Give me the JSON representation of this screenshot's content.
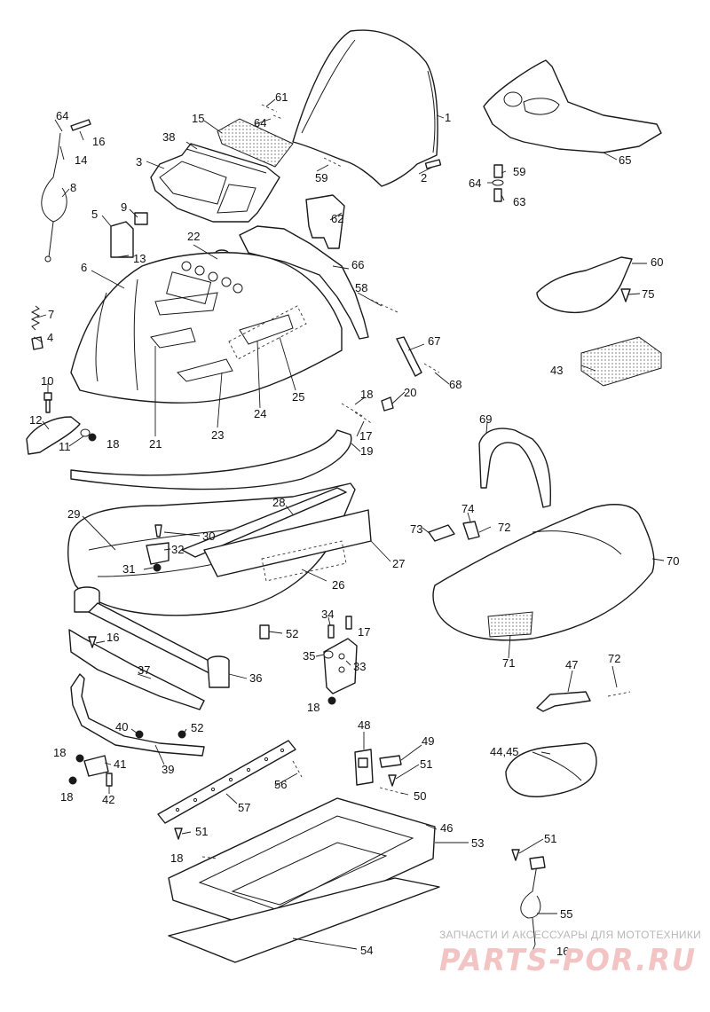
{
  "callouts": [
    {
      "id": "c1",
      "text": "1"
    },
    {
      "id": "c2",
      "text": "2"
    },
    {
      "id": "c3",
      "text": "3"
    },
    {
      "id": "c4",
      "text": "4"
    },
    {
      "id": "c5",
      "text": "5"
    },
    {
      "id": "c6",
      "text": "6"
    },
    {
      "id": "c7",
      "text": "7"
    },
    {
      "id": "c8",
      "text": "8"
    },
    {
      "id": "c9",
      "text": "9"
    },
    {
      "id": "c10",
      "text": "10"
    },
    {
      "id": "c11",
      "text": "11"
    },
    {
      "id": "c12",
      "text": "12"
    },
    {
      "id": "c13",
      "text": "13"
    },
    {
      "id": "c14",
      "text": "14"
    },
    {
      "id": "c15",
      "text": "15"
    },
    {
      "id": "c16a",
      "text": "16"
    },
    {
      "id": "c16b",
      "text": "16"
    },
    {
      "id": "c16c",
      "text": "16"
    },
    {
      "id": "c17a",
      "text": "17"
    },
    {
      "id": "c17b",
      "text": "17"
    },
    {
      "id": "c18a",
      "text": "18"
    },
    {
      "id": "c18b",
      "text": "18"
    },
    {
      "id": "c18c",
      "text": "18"
    },
    {
      "id": "c18d",
      "text": "18"
    },
    {
      "id": "c18e",
      "text": "18"
    },
    {
      "id": "c18f",
      "text": "18"
    },
    {
      "id": "c19",
      "text": "19"
    },
    {
      "id": "c20",
      "text": "20"
    },
    {
      "id": "c21",
      "text": "21"
    },
    {
      "id": "c22",
      "text": "22"
    },
    {
      "id": "c23",
      "text": "23"
    },
    {
      "id": "c24",
      "text": "24"
    },
    {
      "id": "c25",
      "text": "25"
    },
    {
      "id": "c26",
      "text": "26"
    },
    {
      "id": "c27",
      "text": "27"
    },
    {
      "id": "c28",
      "text": "28"
    },
    {
      "id": "c29",
      "text": "29"
    },
    {
      "id": "c30",
      "text": "30"
    },
    {
      "id": "c31",
      "text": "31"
    },
    {
      "id": "c32",
      "text": "32"
    },
    {
      "id": "c33",
      "text": "33"
    },
    {
      "id": "c34",
      "text": "34"
    },
    {
      "id": "c35",
      "text": "35"
    },
    {
      "id": "c36",
      "text": "36"
    },
    {
      "id": "c37",
      "text": "37"
    },
    {
      "id": "c38",
      "text": "38"
    },
    {
      "id": "c39",
      "text": "39"
    },
    {
      "id": "c40",
      "text": "40"
    },
    {
      "id": "c41",
      "text": "41"
    },
    {
      "id": "c42",
      "text": "42"
    },
    {
      "id": "c43",
      "text": "43"
    },
    {
      "id": "c4445",
      "text": "44,45"
    },
    {
      "id": "c46",
      "text": "46"
    },
    {
      "id": "c47",
      "text": "47"
    },
    {
      "id": "c48",
      "text": "48"
    },
    {
      "id": "c49",
      "text": "49"
    },
    {
      "id": "c50",
      "text": "50"
    },
    {
      "id": "c51a",
      "text": "51"
    },
    {
      "id": "c51b",
      "text": "51"
    },
    {
      "id": "c51c",
      "text": "51"
    },
    {
      "id": "c52a",
      "text": "52"
    },
    {
      "id": "c52b",
      "text": "52"
    },
    {
      "id": "c53",
      "text": "53"
    },
    {
      "id": "c54",
      "text": "54"
    },
    {
      "id": "c55",
      "text": "55"
    },
    {
      "id": "c56",
      "text": "56"
    },
    {
      "id": "c57",
      "text": "57"
    },
    {
      "id": "c58",
      "text": "58"
    },
    {
      "id": "c59a",
      "text": "59"
    },
    {
      "id": "c59b",
      "text": "59"
    },
    {
      "id": "c60",
      "text": "60"
    },
    {
      "id": "c61",
      "text": "61"
    },
    {
      "id": "c62",
      "text": "62"
    },
    {
      "id": "c63",
      "text": "63"
    },
    {
      "id": "c64a",
      "text": "64"
    },
    {
      "id": "c64b",
      "text": "64"
    },
    {
      "id": "c64c",
      "text": "64"
    },
    {
      "id": "c65",
      "text": "65"
    },
    {
      "id": "c66",
      "text": "66"
    },
    {
      "id": "c67",
      "text": "67"
    },
    {
      "id": "c68",
      "text": "68"
    },
    {
      "id": "c69",
      "text": "69"
    },
    {
      "id": "c70",
      "text": "70"
    },
    {
      "id": "c71",
      "text": "71"
    },
    {
      "id": "c72a",
      "text": "72"
    },
    {
      "id": "c72b",
      "text": "72"
    },
    {
      "id": "c73",
      "text": "73"
    },
    {
      "id": "c74",
      "text": "74"
    },
    {
      "id": "c75",
      "text": "75"
    }
  ],
  "watermark": {
    "caption": "ЗАПЧАСТИ И АКСЕССУАРЫ ДЛЯ МОТОТЕХНИКИ",
    "brand": "PARTS-POR.RU",
    "brand_color": "#f2c4c4"
  }
}
